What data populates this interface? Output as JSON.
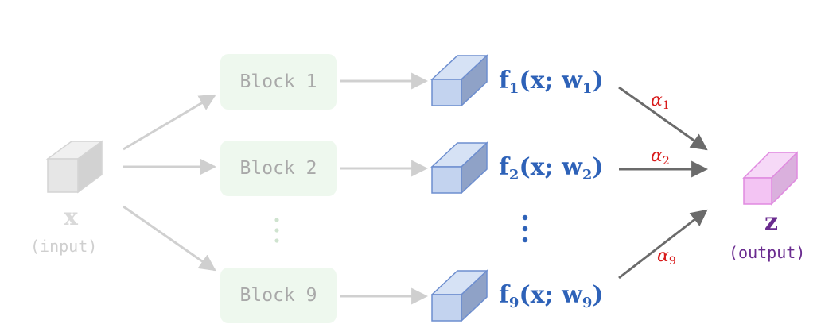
{
  "input": {
    "symbol": "x",
    "caption": "(input)"
  },
  "blocks": [
    {
      "label": "Block 1"
    },
    {
      "label": "Block 2"
    },
    {
      "label": "Block 9"
    }
  ],
  "functions": [
    {
      "f": "f",
      "idx": "1",
      "x": "x",
      "w": "w"
    },
    {
      "f": "f",
      "idx": "2",
      "x": "x",
      "w": "w"
    },
    {
      "f": "f",
      "idx": "9",
      "x": "x",
      "w": "w"
    }
  ],
  "weights": [
    {
      "symbol": "α",
      "idx": "1"
    },
    {
      "symbol": "α",
      "idx": "2"
    },
    {
      "symbol": "α",
      "idx": "9"
    }
  ],
  "output": {
    "symbol": "z",
    "caption": "(output)"
  },
  "colors": {
    "input": "#d9d9d9",
    "blocks_bg": "#eef8ee",
    "feature": "#2e62b8",
    "alpha": "#d81b1b",
    "output": "#6a2b8f"
  }
}
